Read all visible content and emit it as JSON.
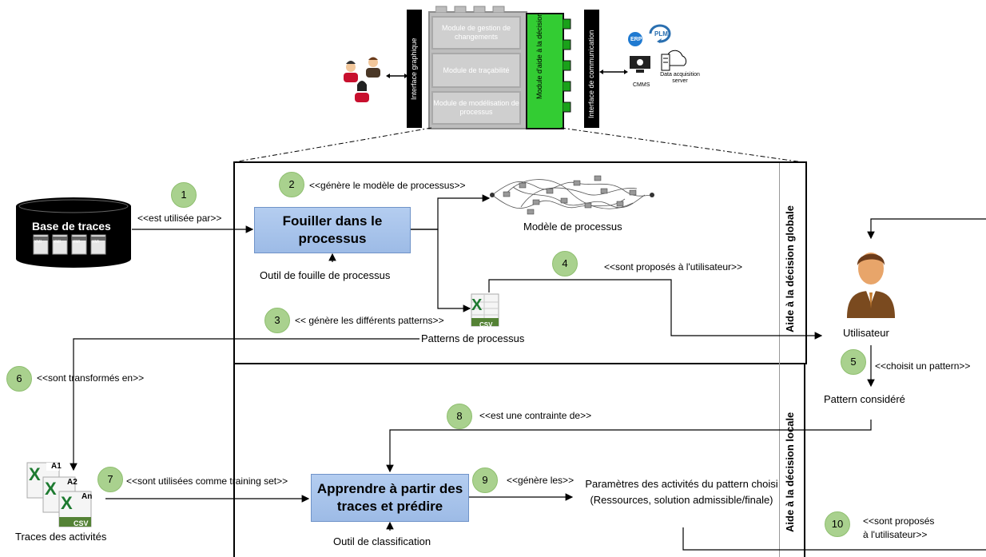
{
  "top": {
    "left_bar": "Interface graphique",
    "right_bar": "Interface de communication",
    "modules": [
      "Module de gestion de changements",
      "Module de traçabilité",
      "Module de modélisation de processus"
    ],
    "decision_module": "Module d'aide à la décision",
    "erp": "ERP",
    "plm": "PLM",
    "cmms": "CMMS",
    "data_server": "Data acquisition server"
  },
  "db": {
    "label": "Base de traces",
    "file_tag": "XMI"
  },
  "steps": {
    "s1": {
      "num": "1",
      "text": "<<est utilisée par>>"
    },
    "s2": {
      "num": "2",
      "text": "<<génère le modèle de processus>>"
    },
    "s3": {
      "num": "3",
      "text": "<< génère les différents patterns>>"
    },
    "s4": {
      "num": "4",
      "text": "<<sont proposés à l'utilisateur>>"
    },
    "s5": {
      "num": "5",
      "text": "<<choisit un pattern>>"
    },
    "s6": {
      "num": "6",
      "text": "<<sont transformés en>>"
    },
    "s7": {
      "num": "7",
      "text": "<<sont utilisées comme training set>>"
    },
    "s8": {
      "num": "8",
      "text": "<<est une contrainte de>>"
    },
    "s9": {
      "num": "9",
      "text": "<<génère les>>"
    },
    "s10": {
      "num": "10",
      "text": "<<sont proposés",
      "text2": "à l'utilisateur>>"
    }
  },
  "boxes": {
    "fouiller": "Fouiller dans le processus",
    "apprendre": "Apprendre à partir des traces et prédire"
  },
  "labels": {
    "outil_fouille": "Outil de fouille de processus",
    "modele": "Modèle de processus",
    "patterns": "Patterns de processus",
    "utilisateur": "Utilisateur",
    "pattern_considere": "Pattern considéré",
    "traces_activites": "Traces des activités",
    "outil_classif": "Outil de classification",
    "params": "Paramètres des activités du pattern choisi (Ressources, solution admissible/finale)",
    "csv": "CSV",
    "a1": "A1",
    "a2": "A2",
    "an": "An"
  },
  "sections": {
    "global": "Aide à la décision globale",
    "local": "Aide à la décision locale"
  },
  "colors": {
    "step_circle": "#a9d18e",
    "process_box": "#9dbbe6",
    "decision_module": "#33cc33"
  }
}
